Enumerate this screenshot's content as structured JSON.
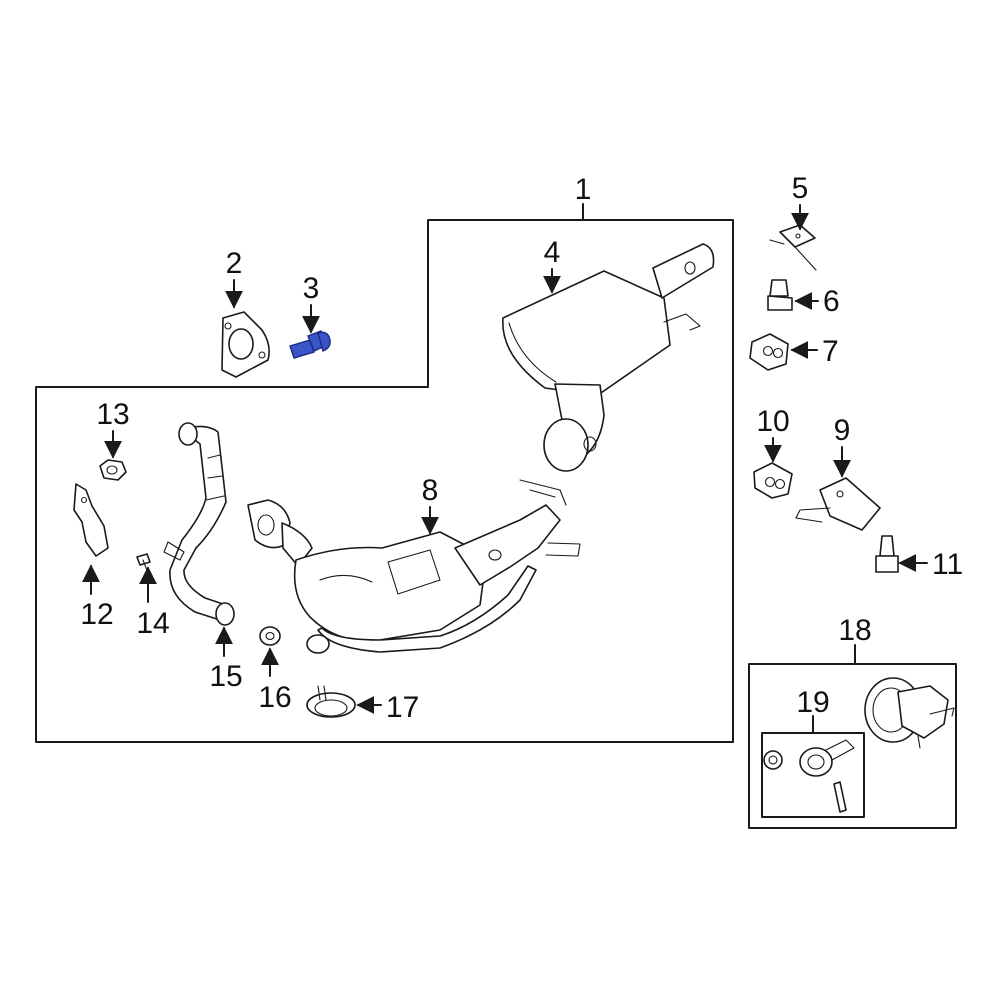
{
  "diagram": {
    "colors": {
      "line": "#1a1a1a",
      "background": "#ffffff",
      "highlight": "#3a55c8"
    },
    "highlighted_part": "3",
    "callouts": {
      "c1": "1",
      "c2": "2",
      "c3": "3",
      "c4": "4",
      "c5": "5",
      "c6": "6",
      "c7": "7",
      "c8": "8",
      "c9": "9",
      "c10": "10",
      "c11": "11",
      "c12": "12",
      "c13": "13",
      "c14": "14",
      "c15": "15",
      "c16": "16",
      "c17": "17",
      "c18": "18",
      "c19": "19"
    }
  }
}
